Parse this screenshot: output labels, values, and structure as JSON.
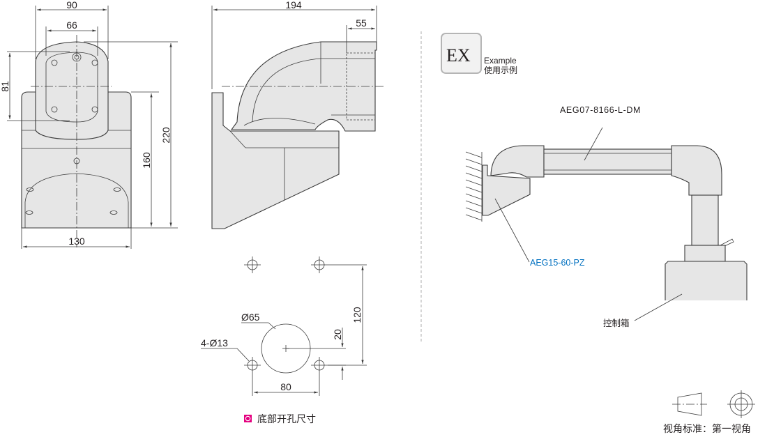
{
  "front_view": {
    "dims": {
      "width_top": "90",
      "width_inner": "66",
      "height_81": "81",
      "height_220": "220",
      "height_160": "160",
      "width_bottom": "130"
    }
  },
  "side_view": {
    "dims": {
      "length": "194",
      "offset": "55"
    }
  },
  "hole_pattern": {
    "dims": {
      "center_hole": "Ø65",
      "holes": "4-Ø13",
      "spacing_x": "80",
      "spacing_y": "120",
      "offset": "20"
    },
    "caption": "底部开孔尺寸",
    "caption_marker_color": "#e4007f"
  },
  "example": {
    "badge": "EX",
    "label_en": "Example",
    "label_cn": "使用示例",
    "part_arm": "AEG07-8166-L-DM",
    "part_bracket": "AEG15-60-PZ",
    "part_bracket_color": "#0070c0",
    "control_box": "控制箱"
  },
  "projection": {
    "label": "视角标准：第一视角"
  }
}
